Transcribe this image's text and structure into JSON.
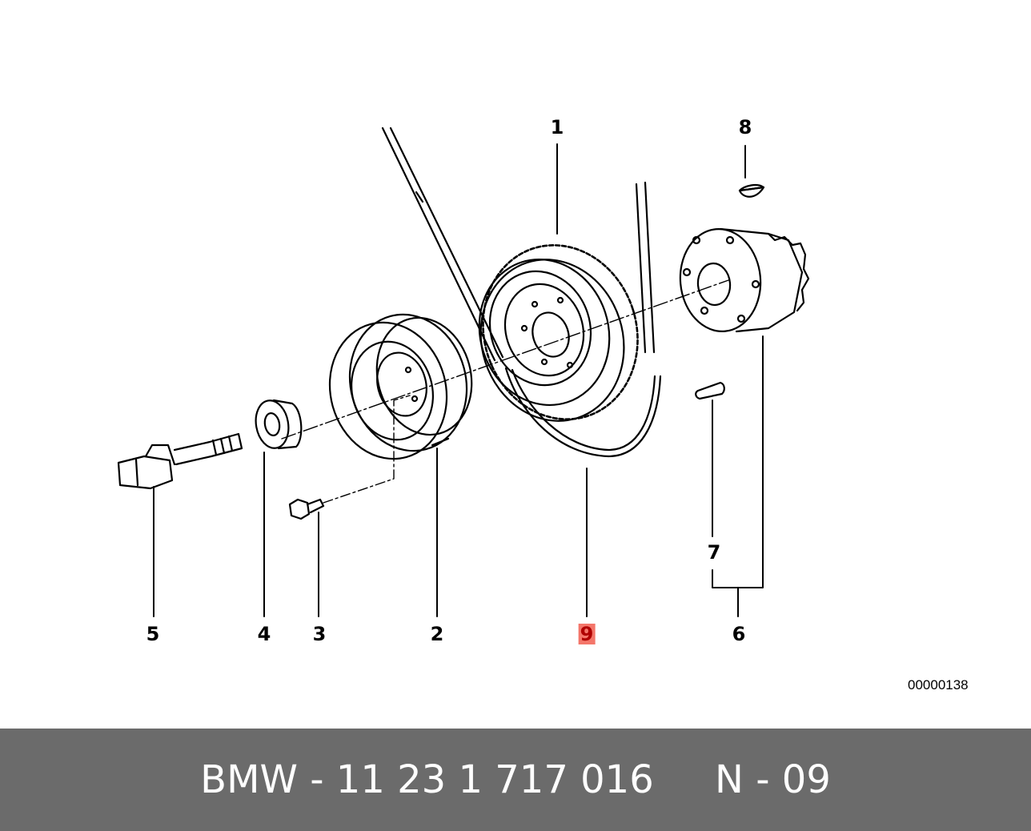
{
  "diagram": {
    "callouts": [
      {
        "id": "1",
        "label": "1"
      },
      {
        "id": "2",
        "label": "2"
      },
      {
        "id": "3",
        "label": "3"
      },
      {
        "id": "4",
        "label": "4"
      },
      {
        "id": "5",
        "label": "5"
      },
      {
        "id": "6",
        "label": "6"
      },
      {
        "id": "7",
        "label": "7"
      },
      {
        "id": "8",
        "label": "8"
      },
      {
        "id": "9",
        "label": "9",
        "highlighted": true
      }
    ],
    "reference_number": "00000138",
    "highlight_color": "#f4766a"
  },
  "footer": {
    "text": "BMW - 11 23 1 717 016     N - 09",
    "background": "#6b6b6b"
  }
}
